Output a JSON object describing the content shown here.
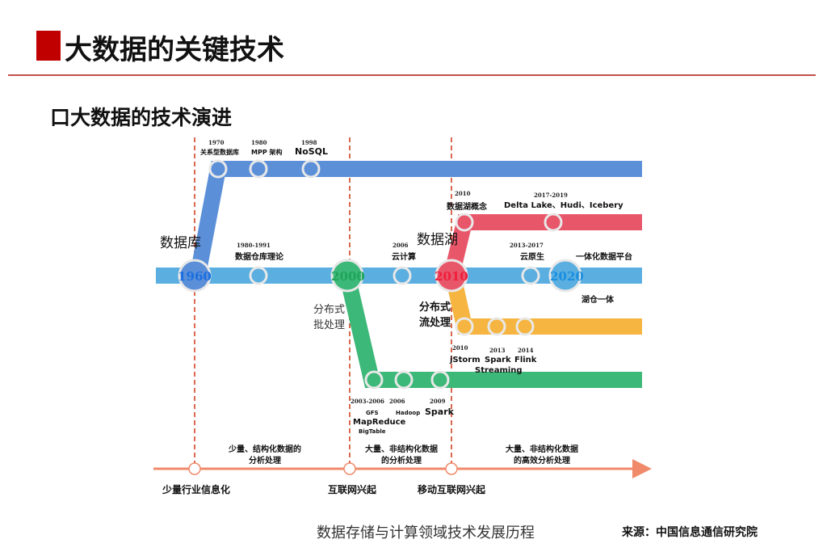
{
  "title": "大数据的关键技术",
  "subtitle": "口大数据的技术演进",
  "colors": {
    "title_accent": "#c00000",
    "db_line": "#5b8fd8",
    "main_line": "#5aaee0",
    "lake_line": "#e8566a",
    "stream_line": "#f5b540",
    "batch_line": "#3cb878",
    "timeline": "#f08a6a"
  },
  "branches": {
    "db": "数据库",
    "lake": "数据湖",
    "batch": [
      "分布式",
      "批处理"
    ],
    "stream": [
      "分布式",
      "流处理"
    ]
  },
  "hubs": {
    "y1960": "1960",
    "y2000": "2000",
    "y2010": "2010",
    "y2020": "2020"
  },
  "db_events": [
    {
      "year": "1970",
      "label": "关系型数据库"
    },
    {
      "year": "1980",
      "label": "MPP 架构"
    },
    {
      "year": "1998",
      "label": "NoSQL"
    }
  ],
  "main_events": [
    {
      "year": "1980-1991",
      "label": "数据仓库理论"
    },
    {
      "year": "2006",
      "label": "云计算"
    },
    {
      "year": "2013-2017",
      "label": "云原生"
    },
    {
      "year": "",
      "label": "一体化数据平台"
    },
    {
      "year": "",
      "label": "湖仓一体"
    }
  ],
  "lake_events": [
    {
      "year": "2010",
      "label": "数据湖概念"
    },
    {
      "year": "2017-2019",
      "label": "Delta Lake、Hudi、Icebery"
    }
  ],
  "stream_events": [
    {
      "year": "2010",
      "label": "jStorm"
    },
    {
      "year": "2013",
      "label": "Spark",
      "label2": "Streaming"
    },
    {
      "year": "2014",
      "label": "Flink"
    }
  ],
  "batch_events": [
    {
      "year": "2003-2006",
      "label": "GFS",
      "label2": "MapReduce",
      "label3": "BigTable"
    },
    {
      "year": "2006",
      "label": "Hadoop"
    },
    {
      "year": "2009",
      "label": "Spark"
    }
  ],
  "eras": [
    {
      "desc": [
        "少量、结构化数据的",
        "分析处理"
      ],
      "milestone": "少量行业信息化"
    },
    {
      "desc": [
        "大量、非结构化数据",
        "的分析处理"
      ],
      "milestone": "互联网兴起"
    },
    {
      "desc": [
        "大量、非结构化数据",
        "的高效分析处理"
      ],
      "milestone": "移动互联网兴起"
    }
  ],
  "caption": "数据存储与计算领域技术发展历程",
  "source": "来源：中国信息通信研究院"
}
